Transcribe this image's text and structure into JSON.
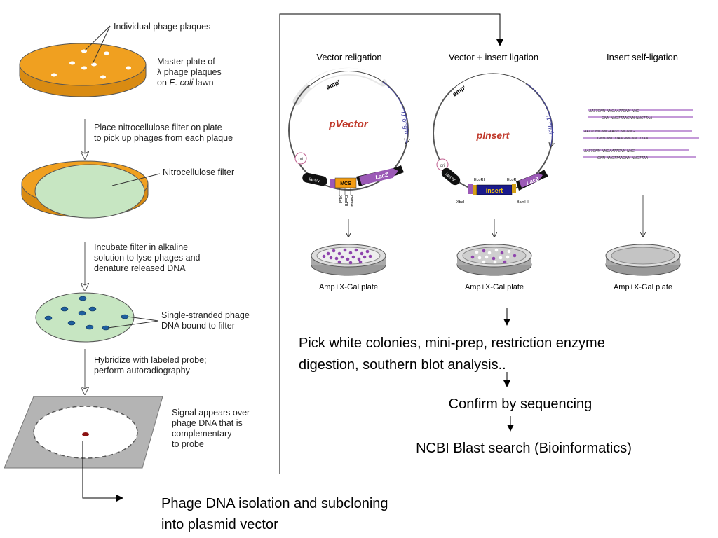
{
  "left_panel": {
    "label_plaques": "Individual phage plaques",
    "label_master": [
      "Master plate of",
      "λ phage plaques",
      "on E. coli lawn"
    ],
    "step1": [
      "Place nitrocellulose filter on plate",
      "to pick up phages from each plaque"
    ],
    "label_filter": "Nitrocellulose filter",
    "step2": [
      "Incubate filter in alkaline",
      "solution to lyse phages and",
      "denature released DNA"
    ],
    "label_ssdna": [
      "Single-stranded phage",
      "DNA bound to filter"
    ],
    "step3": [
      "Hybridize with labeled probe;",
      "perform autoradiography"
    ],
    "label_signal": [
      "Signal appears over",
      "phage DNA that is",
      "complementary",
      "to probe"
    ]
  },
  "ligation_panel": {
    "col1_title": "Vector religation",
    "col2_title": "Vector + insert ligation",
    "col3_title": "Insert self-ligation",
    "pvector": {
      "name": "pVector",
      "amp": "amp",
      "amp_sup": "r",
      "f1": "f1 origin",
      "ori": "ori",
      "lacuv": "lacUV",
      "mcs": "MCS",
      "lacz": "LacZ",
      "sites": [
        "XbaI",
        "EcoRI",
        "BamHI"
      ]
    },
    "pinsert": {
      "name": "pInsert",
      "amp": "amp",
      "amp_sup": "r",
      "f1": "f1 origin",
      "ori": "ori",
      "lacuv": "lacUV",
      "insert": "insert",
      "lacz": "LacZ",
      "ecori_left": "EcoRI",
      "ecori_right": "EcoRI",
      "xbai": "XbaI",
      "bamhi": "BamHI"
    },
    "plate_label": "Amp+X-Gal plate"
  },
  "flow_text": {
    "pick": [
      "Pick white colonies, mini-prep, restriction enzyme",
      "digestion, southern blot analysis.."
    ],
    "confirm": "Confirm by sequencing",
    "blast": "NCBI Blast search (Bioinformatics)",
    "isolation": [
      "Phage DNA isolation and subcloning",
      "into plasmid vector"
    ]
  },
  "colors": {
    "plate_orange": "#f0a020",
    "filter_green": "#c7e6c2",
    "dna_blue": "#1f5f9f",
    "signal_red": "#8b1010",
    "plasmid_purple": "#9b59b6",
    "insert_navy": "#1a1a8c",
    "mcs_orange": "#f39c12",
    "name_red": "#c0392b"
  }
}
